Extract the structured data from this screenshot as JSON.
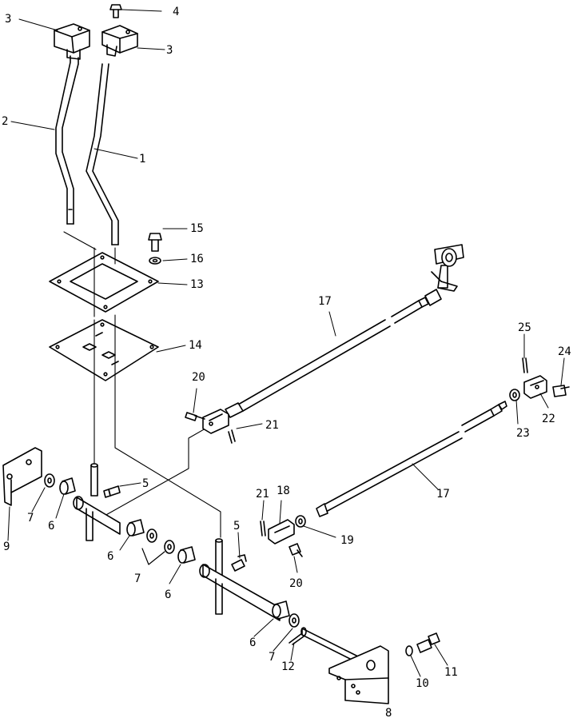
{
  "diagram": {
    "part_numbers": [
      "1",
      "2",
      "3",
      "3",
      "4",
      "5",
      "5",
      "6",
      "6",
      "6",
      "6",
      "7",
      "7",
      "7",
      "8",
      "9",
      "10",
      "11",
      "12",
      "13",
      "14",
      "15",
      "16",
      "17",
      "17",
      "18",
      "19",
      "20",
      "20",
      "21",
      "21",
      "22",
      "23",
      "24",
      "25"
    ]
  }
}
